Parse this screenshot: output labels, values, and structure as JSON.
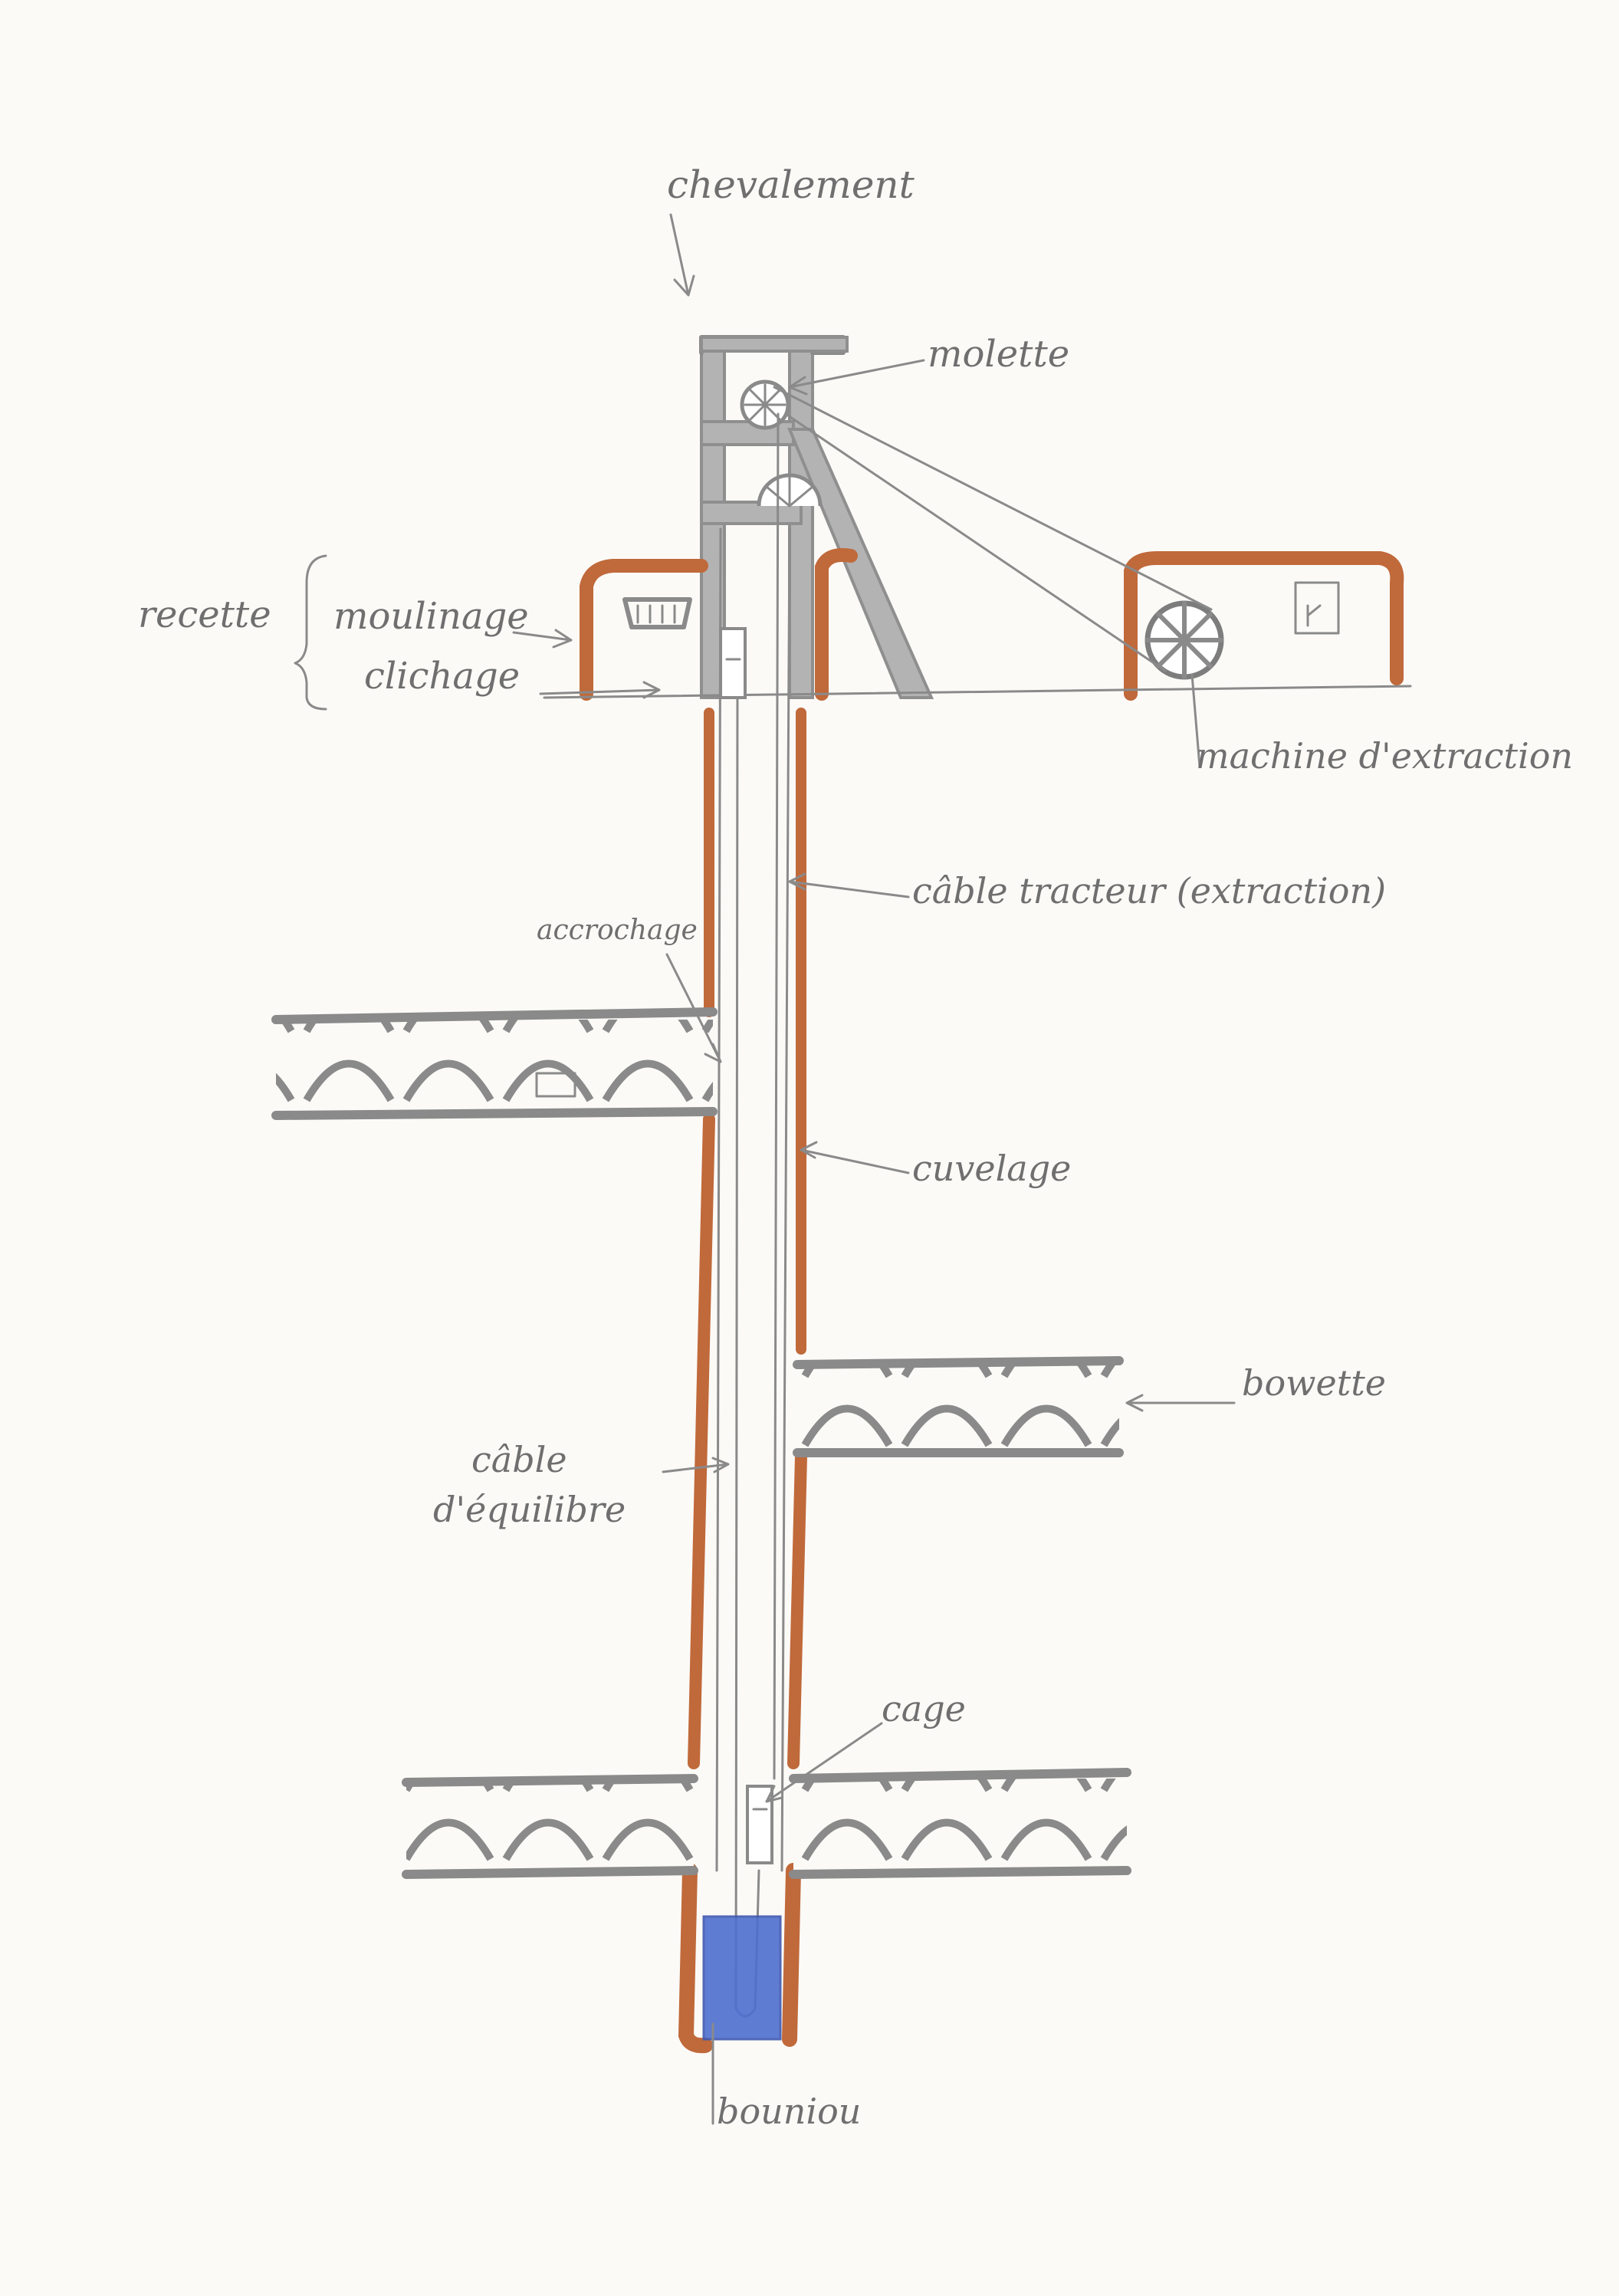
{
  "labels": {
    "chevalement": "chevalement",
    "molette": "molette",
    "recette": "recette",
    "moulinage": "moulinage",
    "clichage": "clichage",
    "machine_extraction": "machine d'extraction",
    "cable_tracteur": "câble tracteur (extraction)",
    "accrochage": "accrochage",
    "cuvelage": "cuvelage",
    "bowette": "bowette",
    "cable_equilibre_1": "câble",
    "cable_equilibre_2": "d'équilibre",
    "cage": "cage",
    "bouniou": "bouniou"
  },
  "colors": {
    "pencil": "#8a8a8a",
    "rust": "#c0693a",
    "water": "#4f6fd0",
    "paper": "#fbfaf7"
  }
}
